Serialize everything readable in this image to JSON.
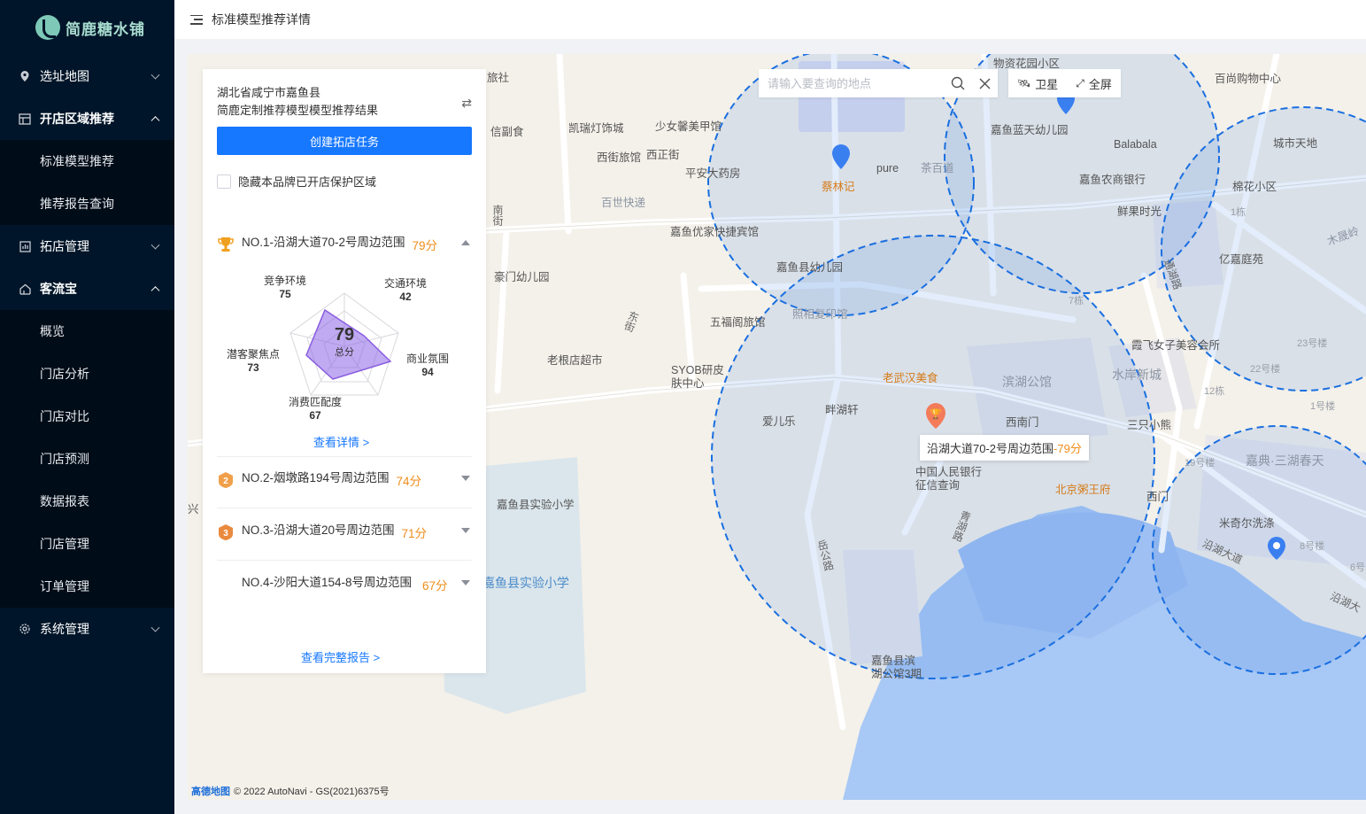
{
  "app": {
    "logo_text": "简鹿糖水铺"
  },
  "sidebar": {
    "items": [
      {
        "label": "选址地图",
        "icon": "location-icon",
        "expanded": false
      },
      {
        "label": "开店区域推荐",
        "icon": "store-icon",
        "expanded": true,
        "children": [
          "标准模型推荐",
          "推荐报告查询"
        ]
      },
      {
        "label": "拓店管理",
        "icon": "chart-icon",
        "expanded": false
      },
      {
        "label": "客流宝",
        "icon": "home-icon",
        "expanded": true,
        "children": [
          "概览",
          "门店分析",
          "门店对比",
          "门店预测",
          "数据报表",
          "门店管理",
          "订单管理"
        ]
      },
      {
        "label": "系统管理",
        "icon": "gear-icon",
        "expanded": false
      }
    ]
  },
  "header": {
    "title": "标准模型推荐详情"
  },
  "panel": {
    "region": "湖北省咸宁市嘉鱼县",
    "subtitle": "简鹿定制推荐模型模型推荐结果",
    "create_btn": "创建拓店任务",
    "hide_label": "隐藏本品牌已开店保护区域",
    "details_link": "查看详情 >",
    "full_report_link": "查看完整报告 >",
    "ranks": [
      {
        "title": "NO.1-沿湖大道70-2号周边范围",
        "score": "79分",
        "badge": "trophy",
        "expanded": true
      },
      {
        "title": "NO.2-烟墩路194号周边范围",
        "score": "74分",
        "badge": "2"
      },
      {
        "title": "NO.3-沿湖大道20号周边范围",
        "score": "71分",
        "badge": "3"
      },
      {
        "title": "NO.4-沙阳大道154-8号周边范围",
        "score": "67分",
        "badge": ""
      }
    ],
    "radar": {
      "total": "79",
      "total_label": "总分",
      "axes": [
        {
          "name": "竞争环境",
          "value": "75"
        },
        {
          "name": "交通环境",
          "value": "42"
        },
        {
          "name": "商业氛围",
          "value": "94"
        },
        {
          "name": "消费匹配度",
          "value": "67"
        },
        {
          "name": "潜客聚焦点",
          "value": "73"
        }
      ]
    }
  },
  "map": {
    "search_placeholder": "请输入要查询的地点",
    "satellite": "卫星",
    "fullscreen": "全屏",
    "marker_label": "沿湖大道70-2号周边范围",
    "marker_score": "-79分",
    "attribution_logo": "高德地图",
    "attribution": "© 2022 AutoNavi - GS(2021)6375号",
    "pois": {
      "p1": "旅社",
      "p2": "物资花园小区",
      "p3": "百尚购物中心",
      "p4": "凯瑞灯饰城",
      "p5": "少女馨美甲馆",
      "p6": "嘉鱼蓝天幼儿园",
      "p7": "Balabala",
      "p8": "城市天地",
      "p9": "西街旅馆",
      "p10": "西正街",
      "p11": "平安大药房",
      "p12": "pure",
      "p13": "茶百道",
      "p14": "嘉鱼农商银行",
      "p15": "棉花小区",
      "p16": "蔡林记",
      "p17": "百世快递",
      "p18": "鲜果时光",
      "p19": "嘉鱼优家快捷宾馆",
      "p20": "嘉鱼县幼儿园",
      "p21": "亿嘉庭苑",
      "p22": "木晟岭",
      "p23": "豪门幼儿园",
      "p24": "五福阁旅馆",
      "p25": "照相复印馆",
      "p26": "霞飞女子美容会所",
      "p27": "老根店超市",
      "p28": "老武汉美食",
      "p29": "滨湖公馆",
      "p30": "水岸新城",
      "p31": "SYOB研皮肤中心",
      "p32": "爱儿乐",
      "p33": "畔湖轩",
      "p34": "西南门",
      "p35": "三只小熊",
      "p36": "中国人民银行征信查询",
      "p37": "北京粥王府",
      "p38": "嘉典·三湖春天",
      "p39": "嘉鱼县实验小学",
      "p40": "米奇尔洗涤",
      "p41": "嘉鱼县实验小学",
      "p42": "嘉鱼县滨湖公馆3期",
      "p43": "西门",
      "p44": "信副食",
      "p45": "兴",
      "r1": "通湖路",
      "r2": "南街",
      "r3": "东街",
      "r4": "岳公路",
      "r5": "青湖路",
      "r6": "沿湖大道",
      "r7": "沿湖大",
      "b1": "1栋",
      "b2": "7栋",
      "b3": "23号楼",
      "b4": "22号楼",
      "b5": "12栋",
      "b6": "1号楼",
      "b7": "19号楼",
      "b8": "8号楼",
      "b9": "6号"
    }
  },
  "colors": {
    "accent": "#1677ff",
    "score": "#f08d1c",
    "sidebar": "#001529",
    "circle": "#1a6fe0"
  }
}
